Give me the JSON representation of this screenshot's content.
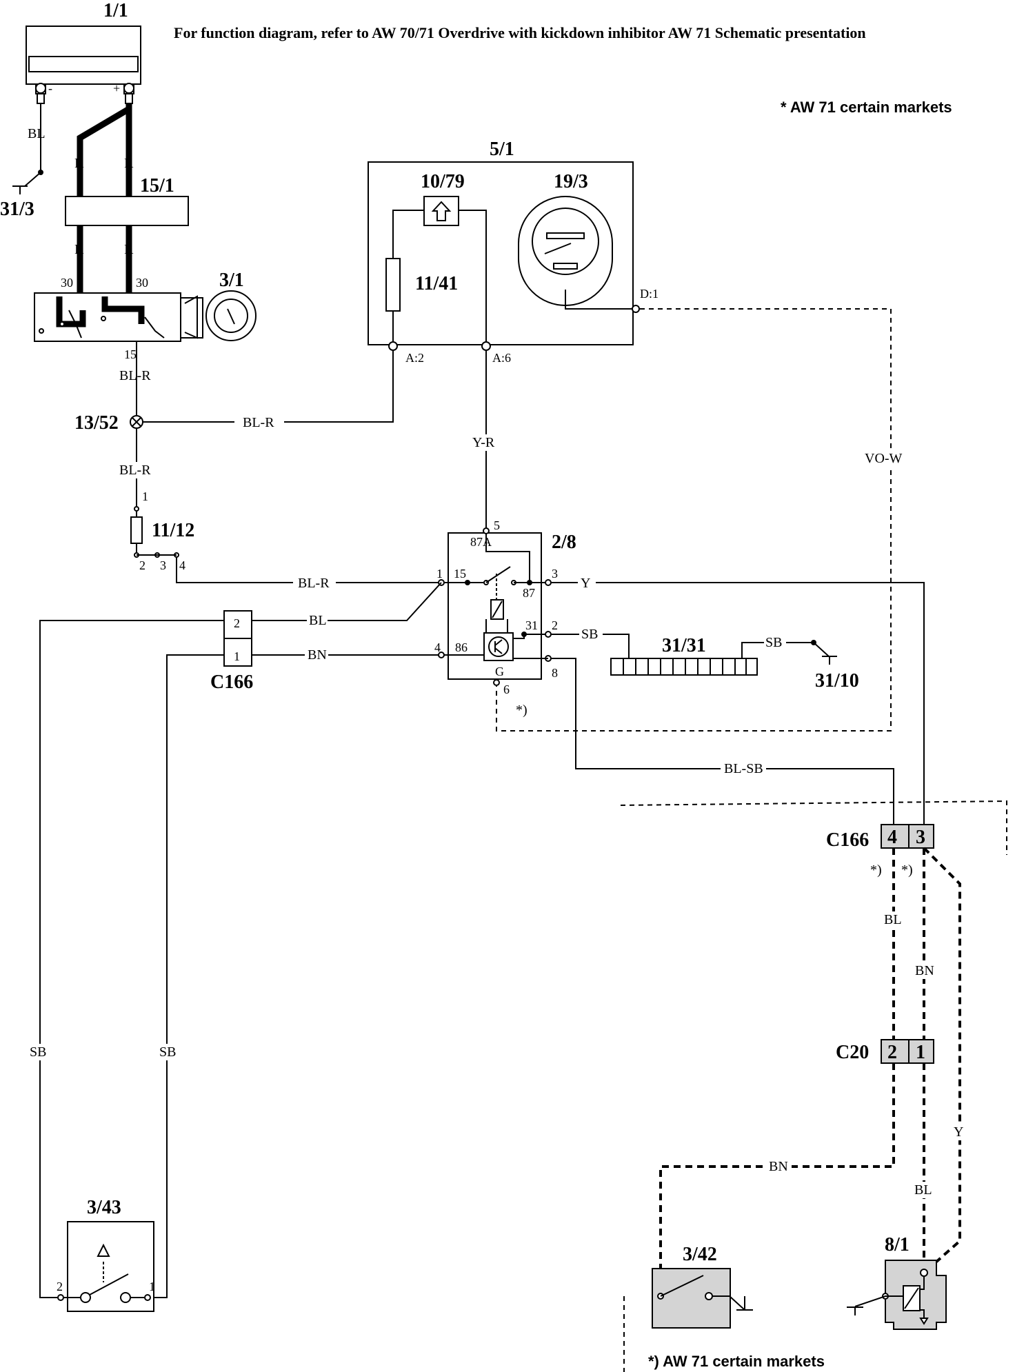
{
  "header": {
    "note": "For function diagram, refer to AW 70/71 Overdrive with kickdown inhibitor AW 71 Schematic presentation",
    "market_note": "* AW 71 certain markets",
    "footnote": "*) AW 71 certain markets"
  },
  "components": {
    "battery": "1/1",
    "battery_minus": "-",
    "battery_plus": "+",
    "ground_left": "31/3",
    "fuse_box": "15/1",
    "ignition_switch": "3/1",
    "ignition_term_30a": "30",
    "ignition_term_30b": "30",
    "ignition_term_15": "15",
    "instrument_cluster": "5/1",
    "indicator_light": "10/79",
    "speedometer": "19/3",
    "resistor": "11/41",
    "pin_a2": "A:2",
    "pin_a6": "A:6",
    "pin_d1": "D:1",
    "splice": "13/52",
    "fuse": "11/12",
    "fuse_pin_1": "1",
    "fuse_pin_2": "2",
    "fuse_pin_3": "3",
    "fuse_pin_4": "4",
    "relay": "2/8",
    "relay_pin_5": "5",
    "relay_pin_87a": "87A",
    "relay_pin_1": "1",
    "relay_pin_15": "15",
    "relay_pin_3": "3",
    "relay_pin_87": "87",
    "relay_pin_31": "31",
    "relay_pin_2": "2",
    "relay_pin_4": "4",
    "relay_pin_86": "86",
    "relay_pin_8": "8",
    "relay_pin_g": "G",
    "relay_pin_6": "6",
    "relay_note": "*)",
    "ground_bus": "31/31",
    "ground_right": "31/10",
    "connector_left": "C166",
    "connector_left_pin_2": "2",
    "connector_left_pin_1": "1",
    "connector_right": "C166",
    "connector_right_pin_4": "4",
    "connector_right_pin_3": "3",
    "connector_right_note_a": "*)",
    "connector_right_note_b": "*)",
    "connector_c20": "C20",
    "c20_pin_2": "2",
    "c20_pin_1": "1",
    "switch_343": "3/43",
    "switch_343_pin_2": "2",
    "switch_343_pin_1": "1",
    "switch_342": "3/42",
    "solenoid": "8/1"
  },
  "wire_labels": {
    "bl_ground": "BL",
    "r_left": "R",
    "r_right": "R",
    "r_left_2": "R",
    "r_right_2": "R",
    "bl_r_1": "BL-R",
    "bl_r_splice": "BL-R",
    "bl_r_2": "BL-R",
    "bl_r_relay": "BL-R",
    "y_r": "Y-R",
    "vo_w": "VO-W",
    "y_relay": "Y",
    "bl_c166": "BL",
    "bn_c166": "BN",
    "sb_relay": "SB",
    "sb_ground": "SB",
    "bl_sb": "BL-SB",
    "sb_left_1": "SB",
    "sb_left_2": "SB",
    "bl_right": "BL",
    "bn_right": "BN",
    "bn_bottom": "BN",
    "bl_bottom": "BL",
    "y_bottom": "Y"
  }
}
